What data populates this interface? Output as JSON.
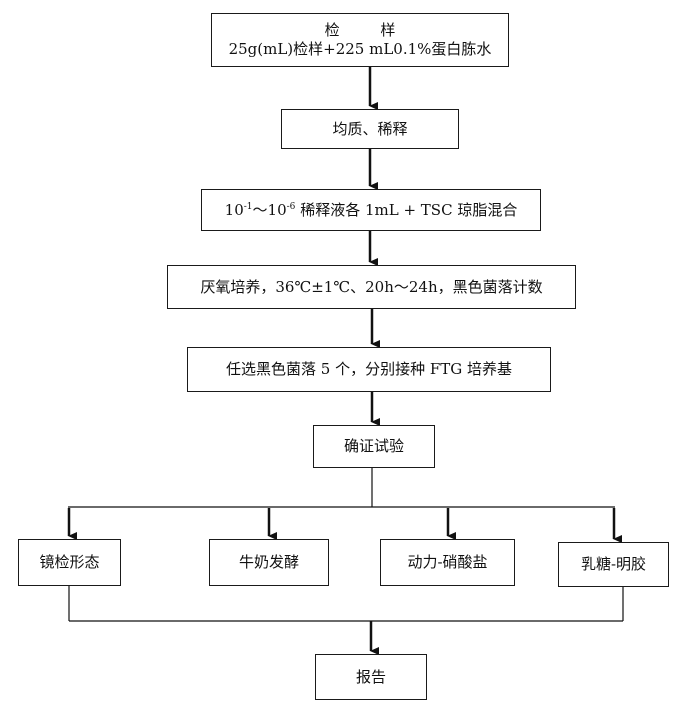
{
  "flow": {
    "sample": {
      "title": "检 样",
      "detail": "25g(mL)检样+225 mL0.1%蛋白胨水"
    },
    "homogenize": "均质、稀释",
    "dilution": {
      "prefix": "10",
      "exp_start": "-1",
      "tilde": "～10",
      "exp_end": "-6",
      "suffix": " 稀释液各 1mL + TSC 琼脂混合"
    },
    "incubate": "厌氧培养，36℃±1℃、20h～24h，黑色菌落计数",
    "select": "任选黑色菌落 5 个，分别接种 FTG 培养基",
    "confirm": "确证试验",
    "tests": [
      "镜检形态",
      "牛奶发酵",
      "动力-硝酸盐",
      "乳糖-明胶"
    ],
    "report": "报告"
  }
}
